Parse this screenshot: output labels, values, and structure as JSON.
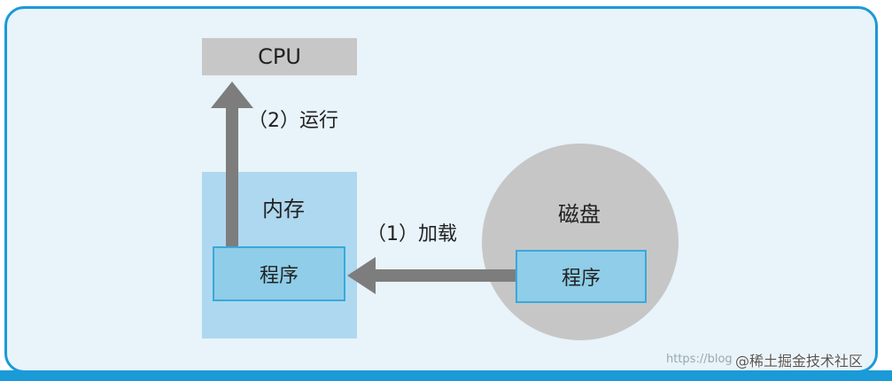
{
  "diagram": {
    "cpu_label": "CPU",
    "memory_label": "内存",
    "disk_label": "磁盘",
    "program_in_memory_label": "程序",
    "program_on_disk_label": "程序",
    "step_run_label": "（2）运行",
    "step_load_label": "（1）加载"
  },
  "colors": {
    "frame_border": "#1a9ad6",
    "frame_fill": "#e8f3fa",
    "memory_fill": "#aed8ef",
    "program_fill": "#8fcde8",
    "cpu_fill": "#c7c7c7",
    "disk_fill": "#c6c6c6",
    "arrow": "#7d7d7d"
  },
  "watermark": {
    "url_text": "https://blog",
    "site_text": "@稀土掘金技术社区"
  }
}
